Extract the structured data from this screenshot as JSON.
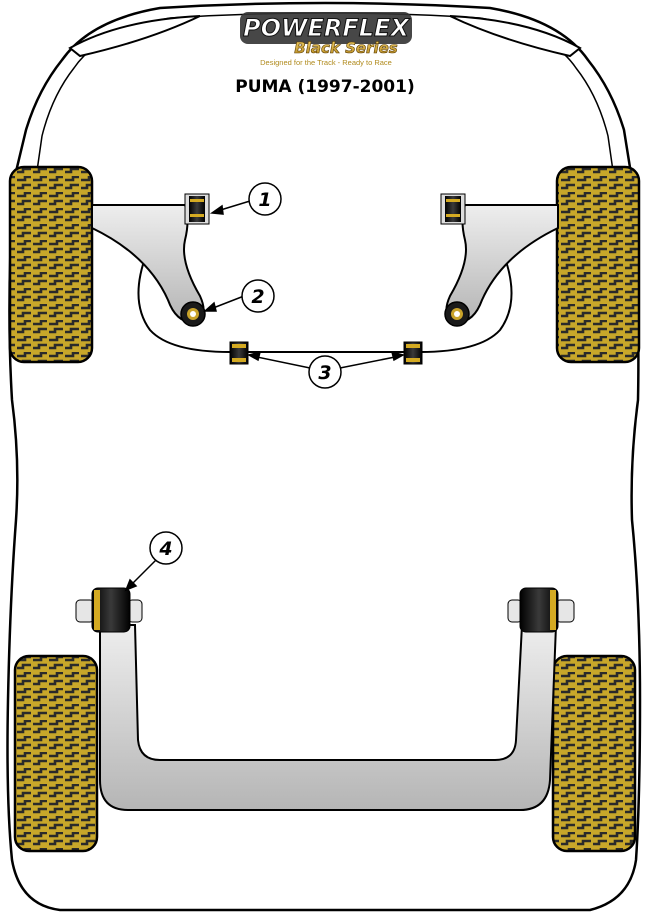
{
  "brand": {
    "name": "POWERFLEX",
    "series": "Black Series",
    "tagline": "Designed for the Track - Ready to Race"
  },
  "model": {
    "title": "PUMA (1997-2001)"
  },
  "callouts": [
    {
      "number": "1"
    },
    {
      "number": "2"
    },
    {
      "number": "3"
    },
    {
      "number": "4"
    }
  ],
  "colors": {
    "tyre_fill": "#c8a72a",
    "tyre_tread": "#2a2a2a",
    "body_outline": "#000000",
    "arm_fill": "#c9c9c9",
    "bush_fill": "#1a1a1a",
    "bush_accent": "#d4aa22"
  }
}
